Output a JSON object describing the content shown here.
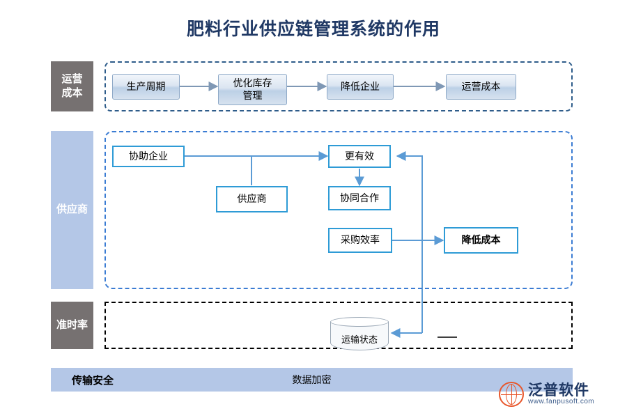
{
  "title": "肥料行业供应链管理系统的作用",
  "bands": [
    {
      "id": "operating",
      "label": "运营\n成本",
      "label_line1": "运营",
      "label_line2": "成本"
    },
    {
      "id": "supplier",
      "label": "供应商"
    },
    {
      "id": "ontime",
      "label": "准时率"
    }
  ],
  "nodes": {
    "production_cycle": "生产周期",
    "optimize_inventory": "优化库存\n管理",
    "optimize_inventory_l1": "优化库存",
    "optimize_inventory_l2": "管理",
    "reduce_enterprise": "降低企业",
    "operating_cost": "运营成本",
    "assist_enterprise": "协助企业",
    "more_effective": "更有效",
    "supplier": "供应商",
    "collaborate": "协同合作",
    "purchase_efficiency": "采购效率",
    "reduce_cost": "降低成本",
    "transport_status": "运输状态"
  },
  "bottom_bar": {
    "left_label": "传输安全",
    "center_label": "数据加密"
  },
  "watermark": {
    "center": "泛普软件",
    "logo_text": "泛普软件",
    "logo_sub": "www.fanpusoft.com"
  },
  "colors": {
    "title": "#1f3864",
    "band_dark": "#767171",
    "band_light": "#b4c7e7",
    "node_blue_border": "#2e9bd6",
    "dashed_blue": "#3b7cd3",
    "dashed_dark_blue": "#2e5c8a",
    "dashed_black": "#000000",
    "bottom_bar": "#b4c7e7",
    "logo_orange": "#e8562b"
  }
}
